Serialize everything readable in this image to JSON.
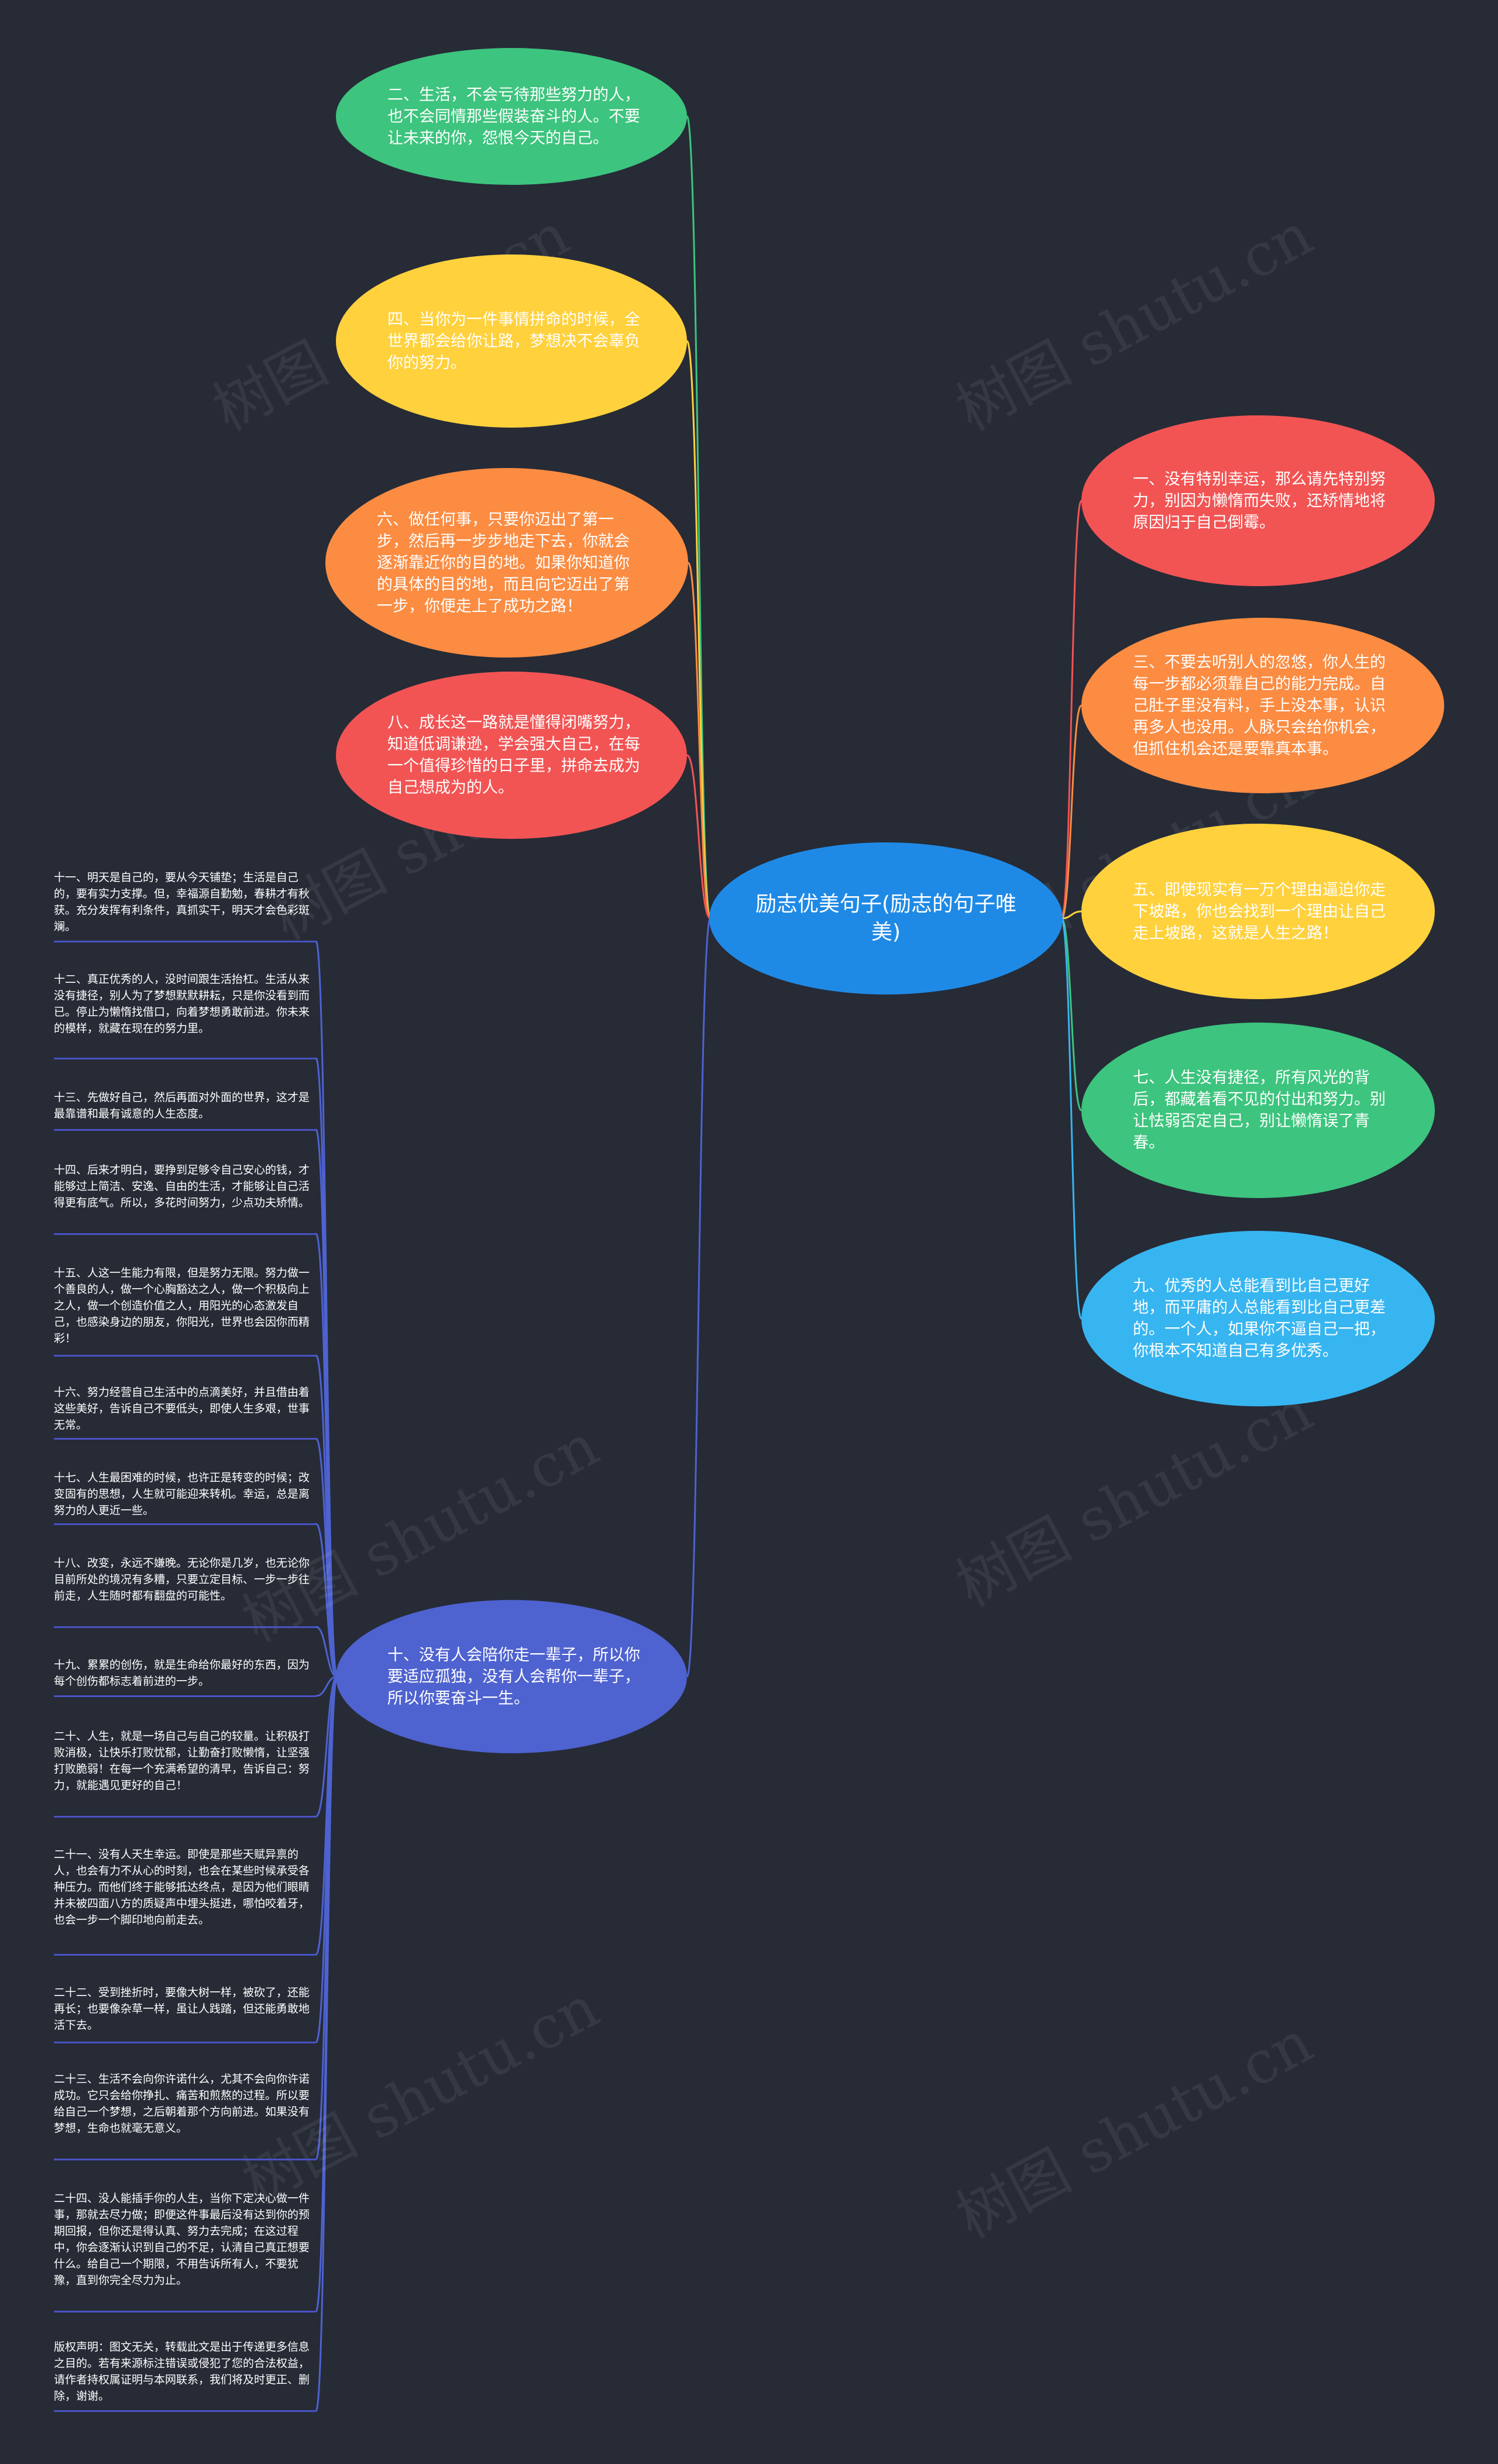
{
  "center": {
    "label": "励志优美句子(励志的句子唯美)",
    "color": "#1f8ae6"
  },
  "left_nodes": [
    {
      "label": "二、生活，不会亏待那些努力的人，也不会同情那些假装奋斗的人。不要让未来的你，怨恨今天的自己。",
      "color": "#3dc47e"
    },
    {
      "label": "四、当你为一件事情拼命的时候，全世界都会给你让路，梦想决不会辜负你的努力。",
      "color": "#ffd13d"
    },
    {
      "label": "六、做任何事，只要你迈出了第一步，然后再一步步地走下去，你就会逐渐靠近你的目的地。如果你知道你的具体的目的地，而且向它迈出了第一步，你便走上了成功之路！",
      "color": "#fb8c42"
    },
    {
      "label": "八、成长这一路就是懂得闭嘴努力，知道低调谦逊，学会强大自己，在每一个值得珍惜的日子里，拼命去成为自己想成为的人。",
      "color": "#f25454"
    },
    {
      "label": "十、没有人会陪你走一辈子，所以你要适应孤独，没有人会帮你一辈子，所以你要奋斗一生。",
      "color": "#4e62d0"
    }
  ],
  "right_nodes": [
    {
      "label": "一、没有特别幸运，那么请先特别努力，别因为懒惰而失败，还矫情地将原因归于自己倒霉。",
      "color": "#f25454"
    },
    {
      "label": "三、不要去听别人的忽悠，你人生的每一步都必须靠自己的能力完成。自己肚子里没有料，手上没本事，认识再多人也没用。人脉只会给你机会，但抓住机会还是要靠真本事。",
      "color": "#fb8c42"
    },
    {
      "label": "五、即使现实有一万个理由逼迫你走下坡路，你也会找到一个理由让自己走上坡路，这就是人生之路！",
      "color": "#ffd13d"
    },
    {
      "label": "七、人生没有捷径，所有风光的背后，都藏着看不见的付出和努力。别让怯弱否定自己，别让懒惰误了青春。",
      "color": "#3dc47e"
    },
    {
      "label": "九、优秀的人总能看到比自己更好地，而平庸的人总能看到比自己更差的。一个人，如果你不逼自己一把，你根本不知道自己有多优秀。",
      "color": "#37b5f0"
    }
  ],
  "leaves": [
    {
      "label": "十一、明天是自己的，要从今天铺垫；生活是自己的，要有实力支撑。但，幸福源自勤勉，春耕才有秋获。充分发挥有利条件，真抓实干，明天才会色彩斑斓。"
    },
    {
      "label": "十二、真正优秀的人，没时间跟生活抬杠。生活从来没有捷径，别人为了梦想默默耕耘，只是你没看到而已。停止为懒惰找借口，向着梦想勇敢前进。你未来的模样，就藏在现在的努力里。"
    },
    {
      "label": "十三、先做好自己，然后再面对外面的世界，这才是最靠谱和最有诚意的人生态度。"
    },
    {
      "label": "十四、后来才明白，要挣到足够令自己安心的钱，才能够过上简洁、安逸、自由的生活，才能够让自己活得更有底气。所以，多花时间努力，少点功夫矫情。"
    },
    {
      "label": "十五、人这一生能力有限，但是努力无限。努力做一个善良的人，做一个心胸豁达之人，做一个积极向上之人，做一个创造价值之人，用阳光的心态激发自己，也感染身边的朋友，你阳光，世界也会因你而精彩！"
    },
    {
      "label": "十六、努力经营自己生活中的点滴美好，并且借由着这些美好，告诉自己不要低头，即使人生多艰，世事无常。"
    },
    {
      "label": "十七、人生最困难的时候，也许正是转变的时候；改变固有的思想，人生就可能迎来转机。幸运，总是离努力的人更近一些。"
    },
    {
      "label": "十八、改变，永远不嫌晚。无论你是几岁，也无论你目前所处的境况有多糟，只要立定目标、一步一步往前走，人生随时都有翻盘的可能性。"
    },
    {
      "label": "十九、累累的创伤，就是生命给你最好的东西，因为每个创伤都标志着前进的一步。"
    },
    {
      "label": "二十、人生，就是一场自己与自己的较量。让积极打败消极，让快乐打败忧郁，让勤奋打败懒惰，让坚强打败脆弱！在每一个充满希望的清早，告诉自己：努力，就能遇见更好的自己！"
    },
    {
      "label": "二十一、没有人天生幸运。即使是那些天赋异禀的人，也会有力不从心的时刻，也会在某些时候承受各种压力。而他们终于能够抵达终点，是因为他们眼睛并未被四面八方的质疑声中埋头挺进，哪怕咬着牙，也会一步一个脚印地向前走去。"
    },
    {
      "label": "二十二、受到挫折时，要像大树一样，被砍了，还能再长；也要像杂草一样，虽让人践踏，但还能勇敢地活下去。"
    },
    {
      "label": "二十三、生活不会向你许诺什么，尤其不会向你许诺成功。它只会给你挣扎、痛苦和煎熬的过程。所以要给自己一个梦想，之后朝着那个方向前进。如果没有梦想，生命也就毫无意义。"
    },
    {
      "label": "二十四、没人能插手你的人生，当你下定决心做一件事，那就去尽力做；即便这件事最后没有达到你的预期回报，但你还是得认真、努力去完成；在这过程中，你会逐渐认识到自己的不足，认清自己真正想要什么。给自己一个期限，不用告诉所有人，不要犹豫，直到你完全尽力为止。"
    },
    {
      "label": "版权声明：图文无关，转载此文是出于传递更多信息之目的。若有来源标注错误或侵犯了您的合法权益，请作者持权属证明与本网联系，我们将及时更正、删除，谢谢。"
    }
  ],
  "watermark": {
    "text": "树图 shutu.cn"
  }
}
